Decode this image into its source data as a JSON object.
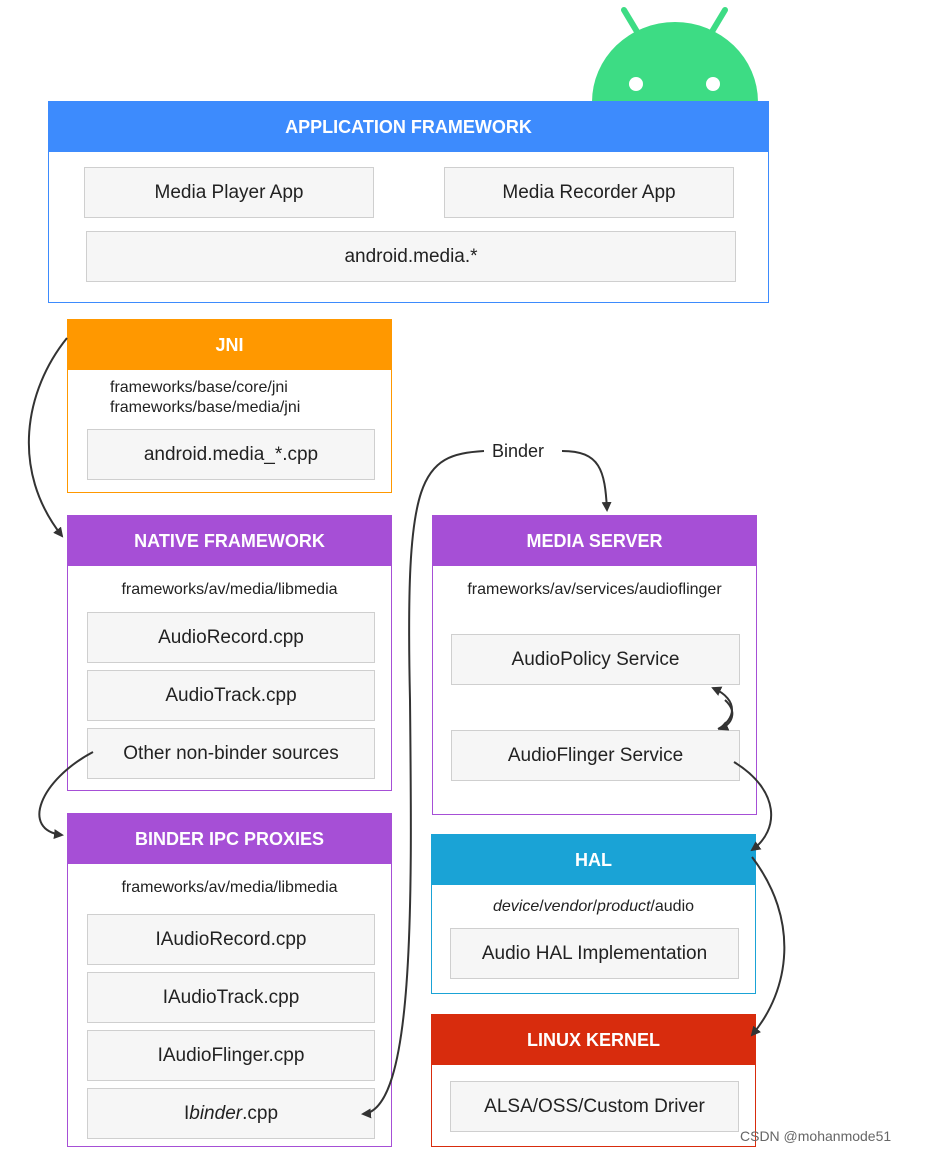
{
  "colors": {
    "app_framework": "#3d8bfd",
    "jni": "#ff9800",
    "native": "#a64fd6",
    "media_server": "#a64fd6",
    "hal": "#1aa3d6",
    "kernel": "#d82c0d",
    "android": "#3ddc84"
  },
  "app_framework": {
    "title": "APPLICATION FRAMEWORK",
    "items": [
      "Media Player App",
      "Media Recorder App",
      "android.media.*"
    ]
  },
  "jni": {
    "title": "JNI",
    "paths": [
      "frameworks/base/core/jni",
      "frameworks/base/media/jni"
    ],
    "items": [
      "android.media_*.cpp"
    ]
  },
  "native_framework": {
    "title": "NATIVE FRAMEWORK",
    "path": "frameworks/av/media/libmedia",
    "items": [
      "AudioRecord.cpp",
      "AudioTrack.cpp",
      "Other non-binder sources"
    ]
  },
  "binder_ipc": {
    "title": "BINDER IPC PROXIES",
    "path": "frameworks/av/media/libmedia",
    "items": [
      "IAudioRecord.cpp",
      "IAudioTrack.cpp",
      "IAudioFlinger.cpp"
    ],
    "ibinder_prefix": "I",
    "ibinder_em": "binder",
    "ibinder_suffix": ".cpp"
  },
  "media_server": {
    "title": "MEDIA SERVER",
    "path": "frameworks/av/services/audioflinger",
    "items": [
      "AudioPolicy Service",
      "AudioFlinger Service"
    ]
  },
  "hal": {
    "title": "HAL",
    "path_parts": [
      "device",
      "/",
      "vendor",
      "/",
      "product",
      "/audio"
    ],
    "items": [
      "Audio HAL Implementation"
    ]
  },
  "linux_kernel": {
    "title": "LINUX KERNEL",
    "items": [
      "ALSA/OSS/Custom Driver"
    ]
  },
  "binder_label": "Binder",
  "watermark": "CSDN @mohanmode51"
}
